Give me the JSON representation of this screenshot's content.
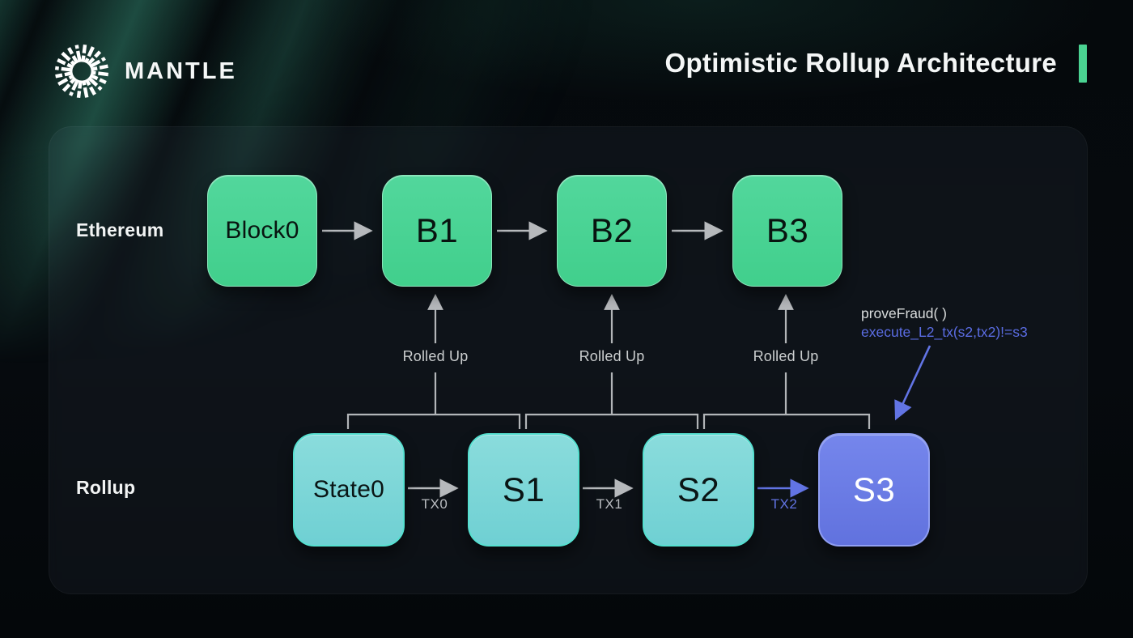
{
  "header": {
    "brand": "MANTLE",
    "logo_icon": "mantle-sunburst-icon",
    "title": "Optimistic Rollup Architecture"
  },
  "diagram": {
    "row_labels": [
      {
        "label": "Ethereum"
      },
      {
        "label": "Rollup"
      }
    ],
    "ethereum_blocks": [
      {
        "label": "Block0"
      },
      {
        "label": "B1"
      },
      {
        "label": "B2"
      },
      {
        "label": "B3"
      }
    ],
    "rollup_blocks": [
      {
        "label": "State0"
      },
      {
        "label": "S1"
      },
      {
        "label": "S2"
      },
      {
        "label": "S3"
      }
    ],
    "rolled_up": [
      "Rolled Up",
      "Rolled Up",
      "Rolled Up"
    ],
    "tx_labels": [
      "TX0",
      "TX1",
      "TX2"
    ],
    "fraud_proof": {
      "line1": "proveFraud( )",
      "line2": "execute_L2_tx(s2,tx2)!=s3"
    }
  },
  "colors": {
    "background": "#05090c",
    "panel": "#12151c",
    "block_green": "#47d193",
    "block_teal": "#7fd2d2",
    "block_purple": "#6b7ce4",
    "arrow_gray": "#b6b9bc",
    "accent_blue": "#6274e4",
    "accent_green_bar": "#4ad392",
    "text_light": "#f4f6f6"
  }
}
